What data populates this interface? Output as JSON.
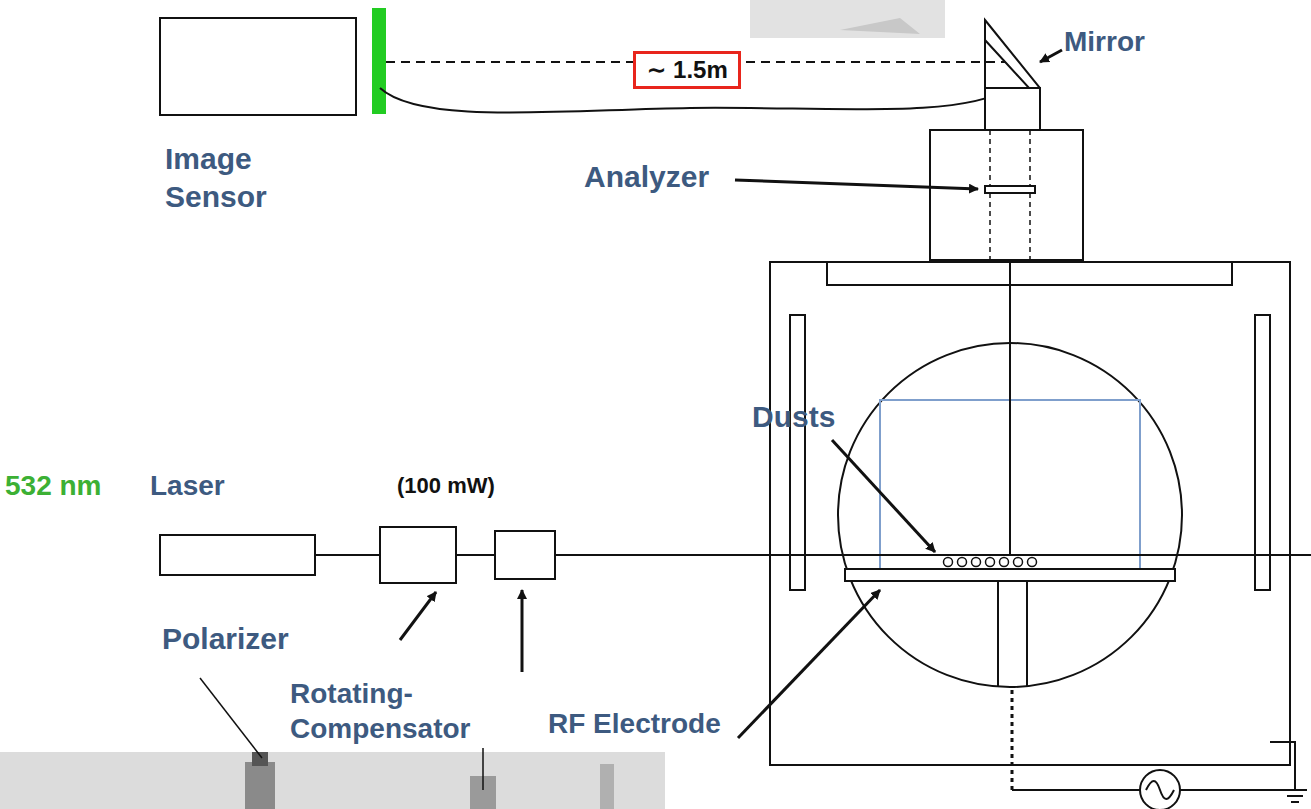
{
  "diagram": {
    "nodes": [
      {
        "text": [
          "∼ 1.5m"
        ]
      }
    ],
    "labels": [
      "Mirror",
      "Image Sensor",
      "Analyzer",
      "Dusts",
      "532 nm",
      "Laser",
      "(100 mW)",
      "Polarizer",
      "Rotating- Compensator",
      "RF Electrode"
    ]
  }
}
